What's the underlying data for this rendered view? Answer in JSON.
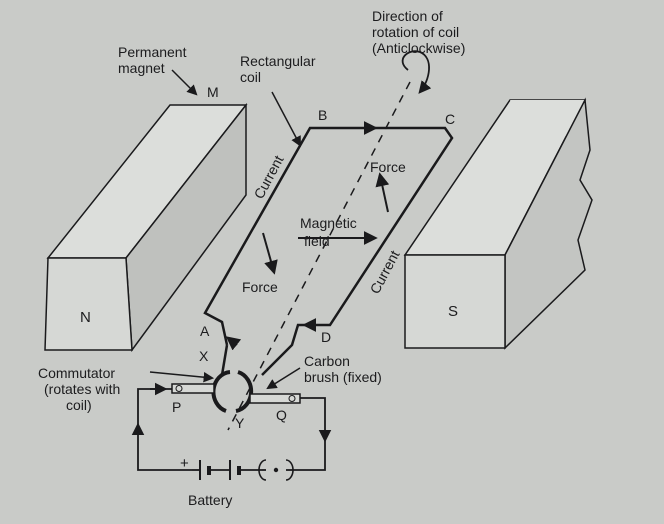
{
  "labels": {
    "direction_line1": "Direction of",
    "direction_line2": "rotation of coil",
    "direction_line3": "(Anticlockwise)",
    "permanent_line1": "Permanent",
    "permanent_line2": "magnet",
    "m": "M",
    "rect_line1": "Rectangular",
    "rect_line2": "coil",
    "b": "B",
    "c": "C",
    "current_left": "Current",
    "force_upper": "Force",
    "magnetic_line1": "Magnetic",
    "magnetic_line2": "field",
    "force_lower": "Force",
    "current_right": "Current",
    "n": "N",
    "s": "S",
    "a": "A",
    "x": "X",
    "d": "D",
    "carbon_line1": "Carbon",
    "carbon_line2": "brush (fixed)",
    "commutator_line1": "Commutator",
    "commutator_line2": "(rotates with",
    "commutator_line3": "coil)",
    "p": "P",
    "q": "Q",
    "y": "Y",
    "plus": "+",
    "battery": "Battery"
  },
  "colors": {
    "background": "#c9cbc8",
    "ink": "#1a1a1c",
    "magnet_face": "#d6d8d5",
    "magnet_shadow": "#b9bbb8"
  }
}
